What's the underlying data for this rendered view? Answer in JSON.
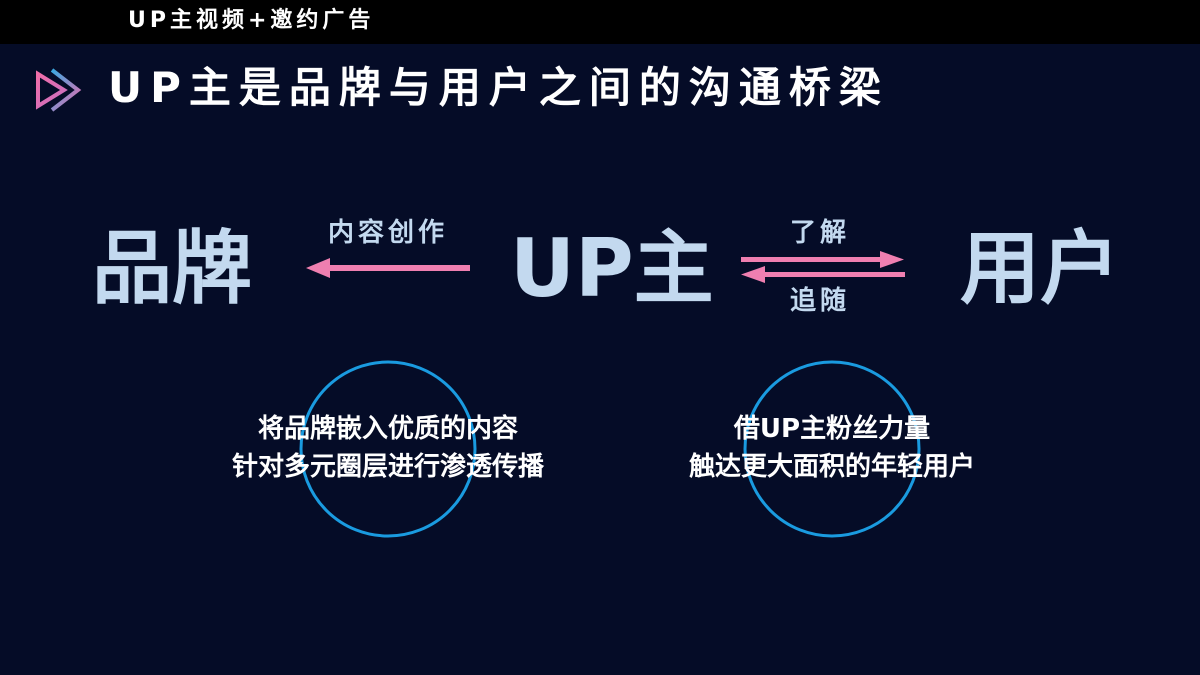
{
  "topbar": {
    "title": "UP主视频+邀约广告"
  },
  "header": {
    "logo_icon": "play-forward-icon",
    "title": "UP主是品牌与用户之间的沟通桥梁"
  },
  "diagram": {
    "nodes": {
      "brand": "品牌",
      "up": "UP主",
      "user": "用户"
    },
    "edges": {
      "up_to_brand": {
        "label": "内容创作",
        "direction": "left"
      },
      "up_to_user": {
        "label": "了解",
        "direction": "right"
      },
      "user_to_up": {
        "label": "追随",
        "direction": "left"
      }
    },
    "arrow_color": "#ef7fb0",
    "circle_color": "#1a9be0"
  },
  "descriptions": {
    "left": {
      "line1": "将品牌嵌入优质的内容",
      "line2": "针对多元圈层进行渗透传播"
    },
    "right": {
      "line1": "借UP主粉丝力量",
      "line2": "触达更大面积的年轻用户"
    }
  }
}
